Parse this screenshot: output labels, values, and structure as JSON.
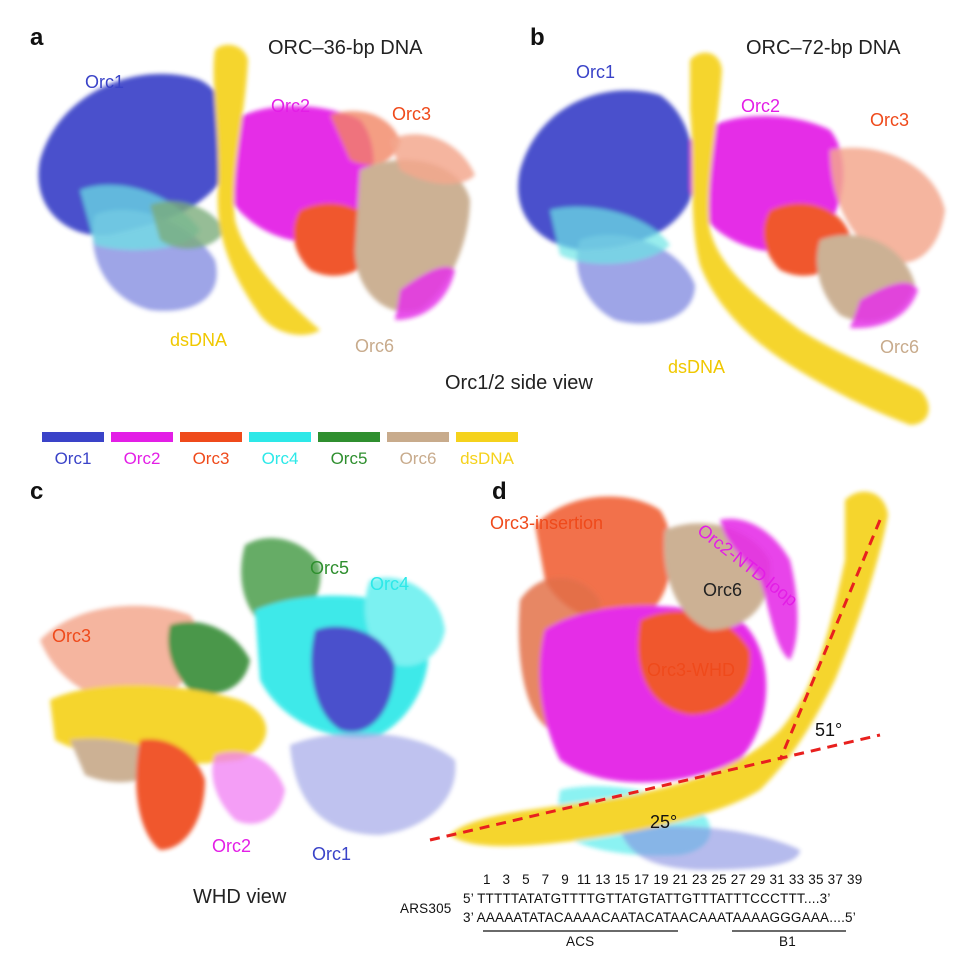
{
  "colors": {
    "orc1": "#3a43c8",
    "orc2": "#e31ee6",
    "orc3": "#ef4a1b",
    "orc4": "#2de8e8",
    "orc5": "#2f8f2f",
    "orc6": "#c8ab8c",
    "dsdna": "#f5d21c"
  },
  "panel_a": {
    "letter": "a",
    "title": "ORC–36-bp DNA",
    "labels": {
      "orc1": "Orc1",
      "orc2": "Orc2",
      "orc3": "Orc3",
      "dsdna": "dsDNA",
      "orc6": "Orc6"
    }
  },
  "panel_b": {
    "letter": "b",
    "title": "ORC–72-bp DNA",
    "labels": {
      "orc1": "Orc1",
      "orc2": "Orc2",
      "orc3": "Orc3",
      "dsdna": "dsDNA",
      "orc6": "Orc6"
    }
  },
  "side_view_caption": "Orc1/2 side view",
  "legend": [
    {
      "label": "Orc1",
      "color": "#3a43c8"
    },
    {
      "label": "Orc2",
      "color": "#e31ee6"
    },
    {
      "label": "Orc3",
      "color": "#ef4a1b"
    },
    {
      "label": "Orc4",
      "color": "#2de8e8"
    },
    {
      "label": "Orc5",
      "color": "#2f8f2f"
    },
    {
      "label": "Orc6",
      "color": "#c8ab8c"
    },
    {
      "label": "dsDNA",
      "color": "#f5d21c"
    }
  ],
  "panel_c": {
    "letter": "c",
    "labels": {
      "orc5": "Orc5",
      "orc4": "Orc4",
      "orc3": "Orc3",
      "orc2": "Orc2",
      "orc1": "Orc1"
    },
    "caption": "WHD view"
  },
  "panel_d": {
    "letter": "d",
    "labels": {
      "orc3_insertion": "Orc3-insertion",
      "orc2_ntd_loop": "Orc2-NTD loop",
      "orc6": "Orc6",
      "orc3_whd": "Orc3-WHD",
      "angle_51": "51°",
      "angle_25": "25°"
    }
  },
  "sequence": {
    "name": "ARS305",
    "numbers": "1   3   5   7   9  11 13 15 17 19 21 23 25 27 29 31 33 35 37 39",
    "top": "5’ TTTTTATATGTTTTGTTATGTATTGTTTATTTCCCTTT....3’",
    "bottom": "3’ AAAAATATACAAAACAATACATAACAAATAAAAGGGAAA....5’",
    "acs": "ACS",
    "b1": "B1"
  }
}
